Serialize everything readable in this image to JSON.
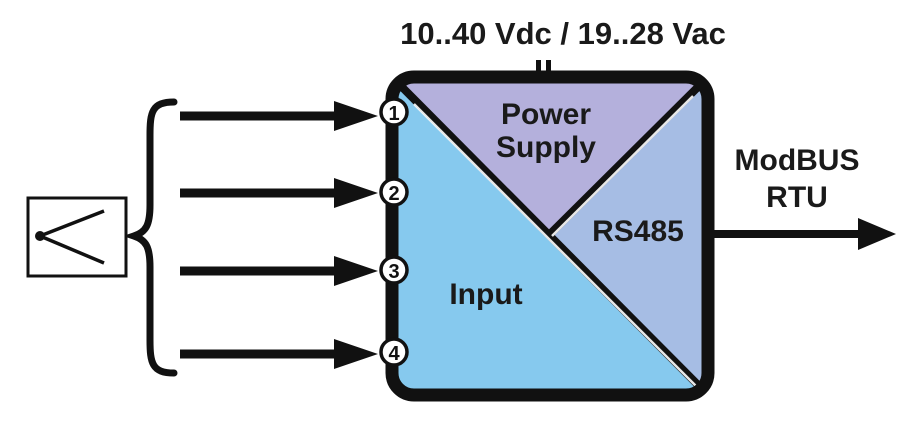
{
  "supply_label": "10..40 Vdc / 19..28 Vac",
  "output_label": {
    "line1": "ModBUS",
    "line2": "RTU"
  },
  "blocks": {
    "power_supply": {
      "line1": "Power",
      "line2": "Supply",
      "color": "#b4b0dc"
    },
    "input": {
      "label": "Input",
      "color": "#86c9ee"
    },
    "rs485": {
      "label": "RS485",
      "color": "#a6bde4"
    }
  },
  "terminals": [
    "1",
    "2",
    "3",
    "4"
  ],
  "sensor_icon": "thermocouple-icon",
  "colors": {
    "outline": "#111111"
  }
}
